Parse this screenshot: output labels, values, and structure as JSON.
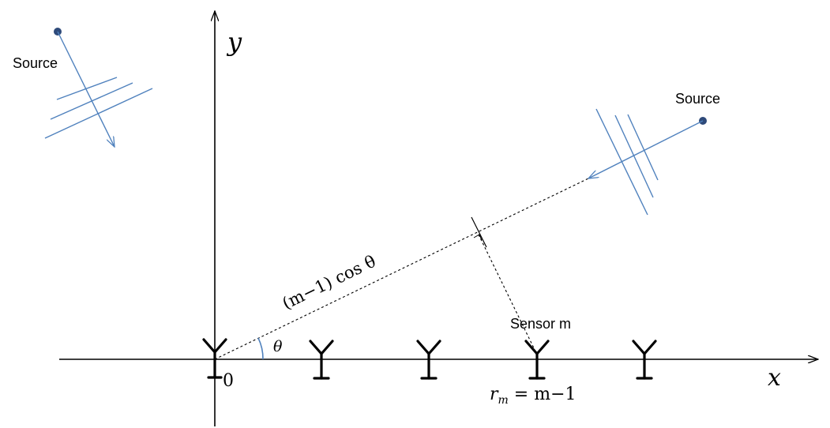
{
  "labels": {
    "source_left": "Source",
    "source_right": "Source",
    "axis_y": "y",
    "axis_x": "x",
    "origin": "0",
    "angle": "θ",
    "distance": "(m−1) cos θ",
    "sensor_m": "Sensor m",
    "position": "r_m = m−1"
  },
  "sensors": {
    "count": 5
  },
  "colors": {
    "axis": "#000000",
    "wave": "#4f81bd",
    "source_point": "#2e4a7a",
    "dashed": "#000000"
  }
}
